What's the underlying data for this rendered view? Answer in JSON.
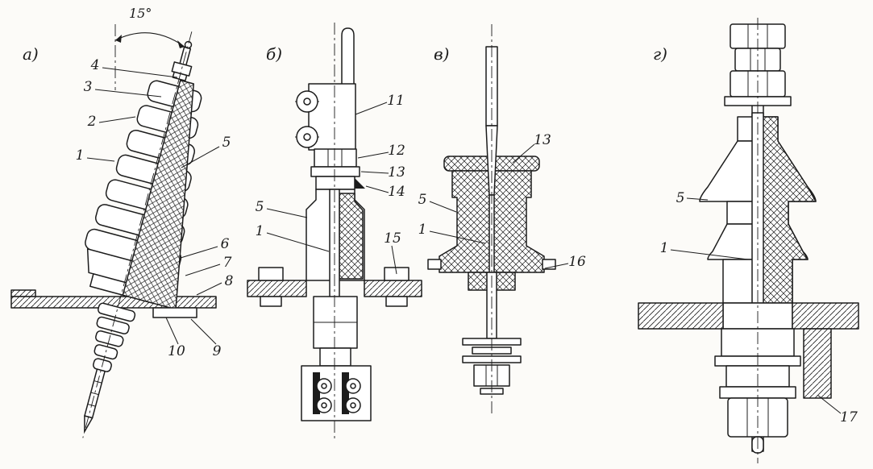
{
  "figure": {
    "theme": {
      "ink": "#1c1c1c",
      "paper": "#fcfbf8"
    }
  },
  "panel_a": {
    "label": "а)",
    "angle_label": "15°",
    "callouts": [
      "4",
      "3",
      "2",
      "1",
      "5",
      "6",
      "7",
      "8",
      "10",
      "9"
    ]
  },
  "panel_b": {
    "label": "б)",
    "callouts": [
      "11",
      "12",
      "13",
      "14",
      "5",
      "1",
      "15"
    ]
  },
  "panel_v": {
    "label": "в)",
    "callouts": [
      "13",
      "5",
      "1",
      "16"
    ]
  },
  "panel_g": {
    "label": "г)",
    "callouts": [
      "5",
      "1",
      "17"
    ]
  }
}
